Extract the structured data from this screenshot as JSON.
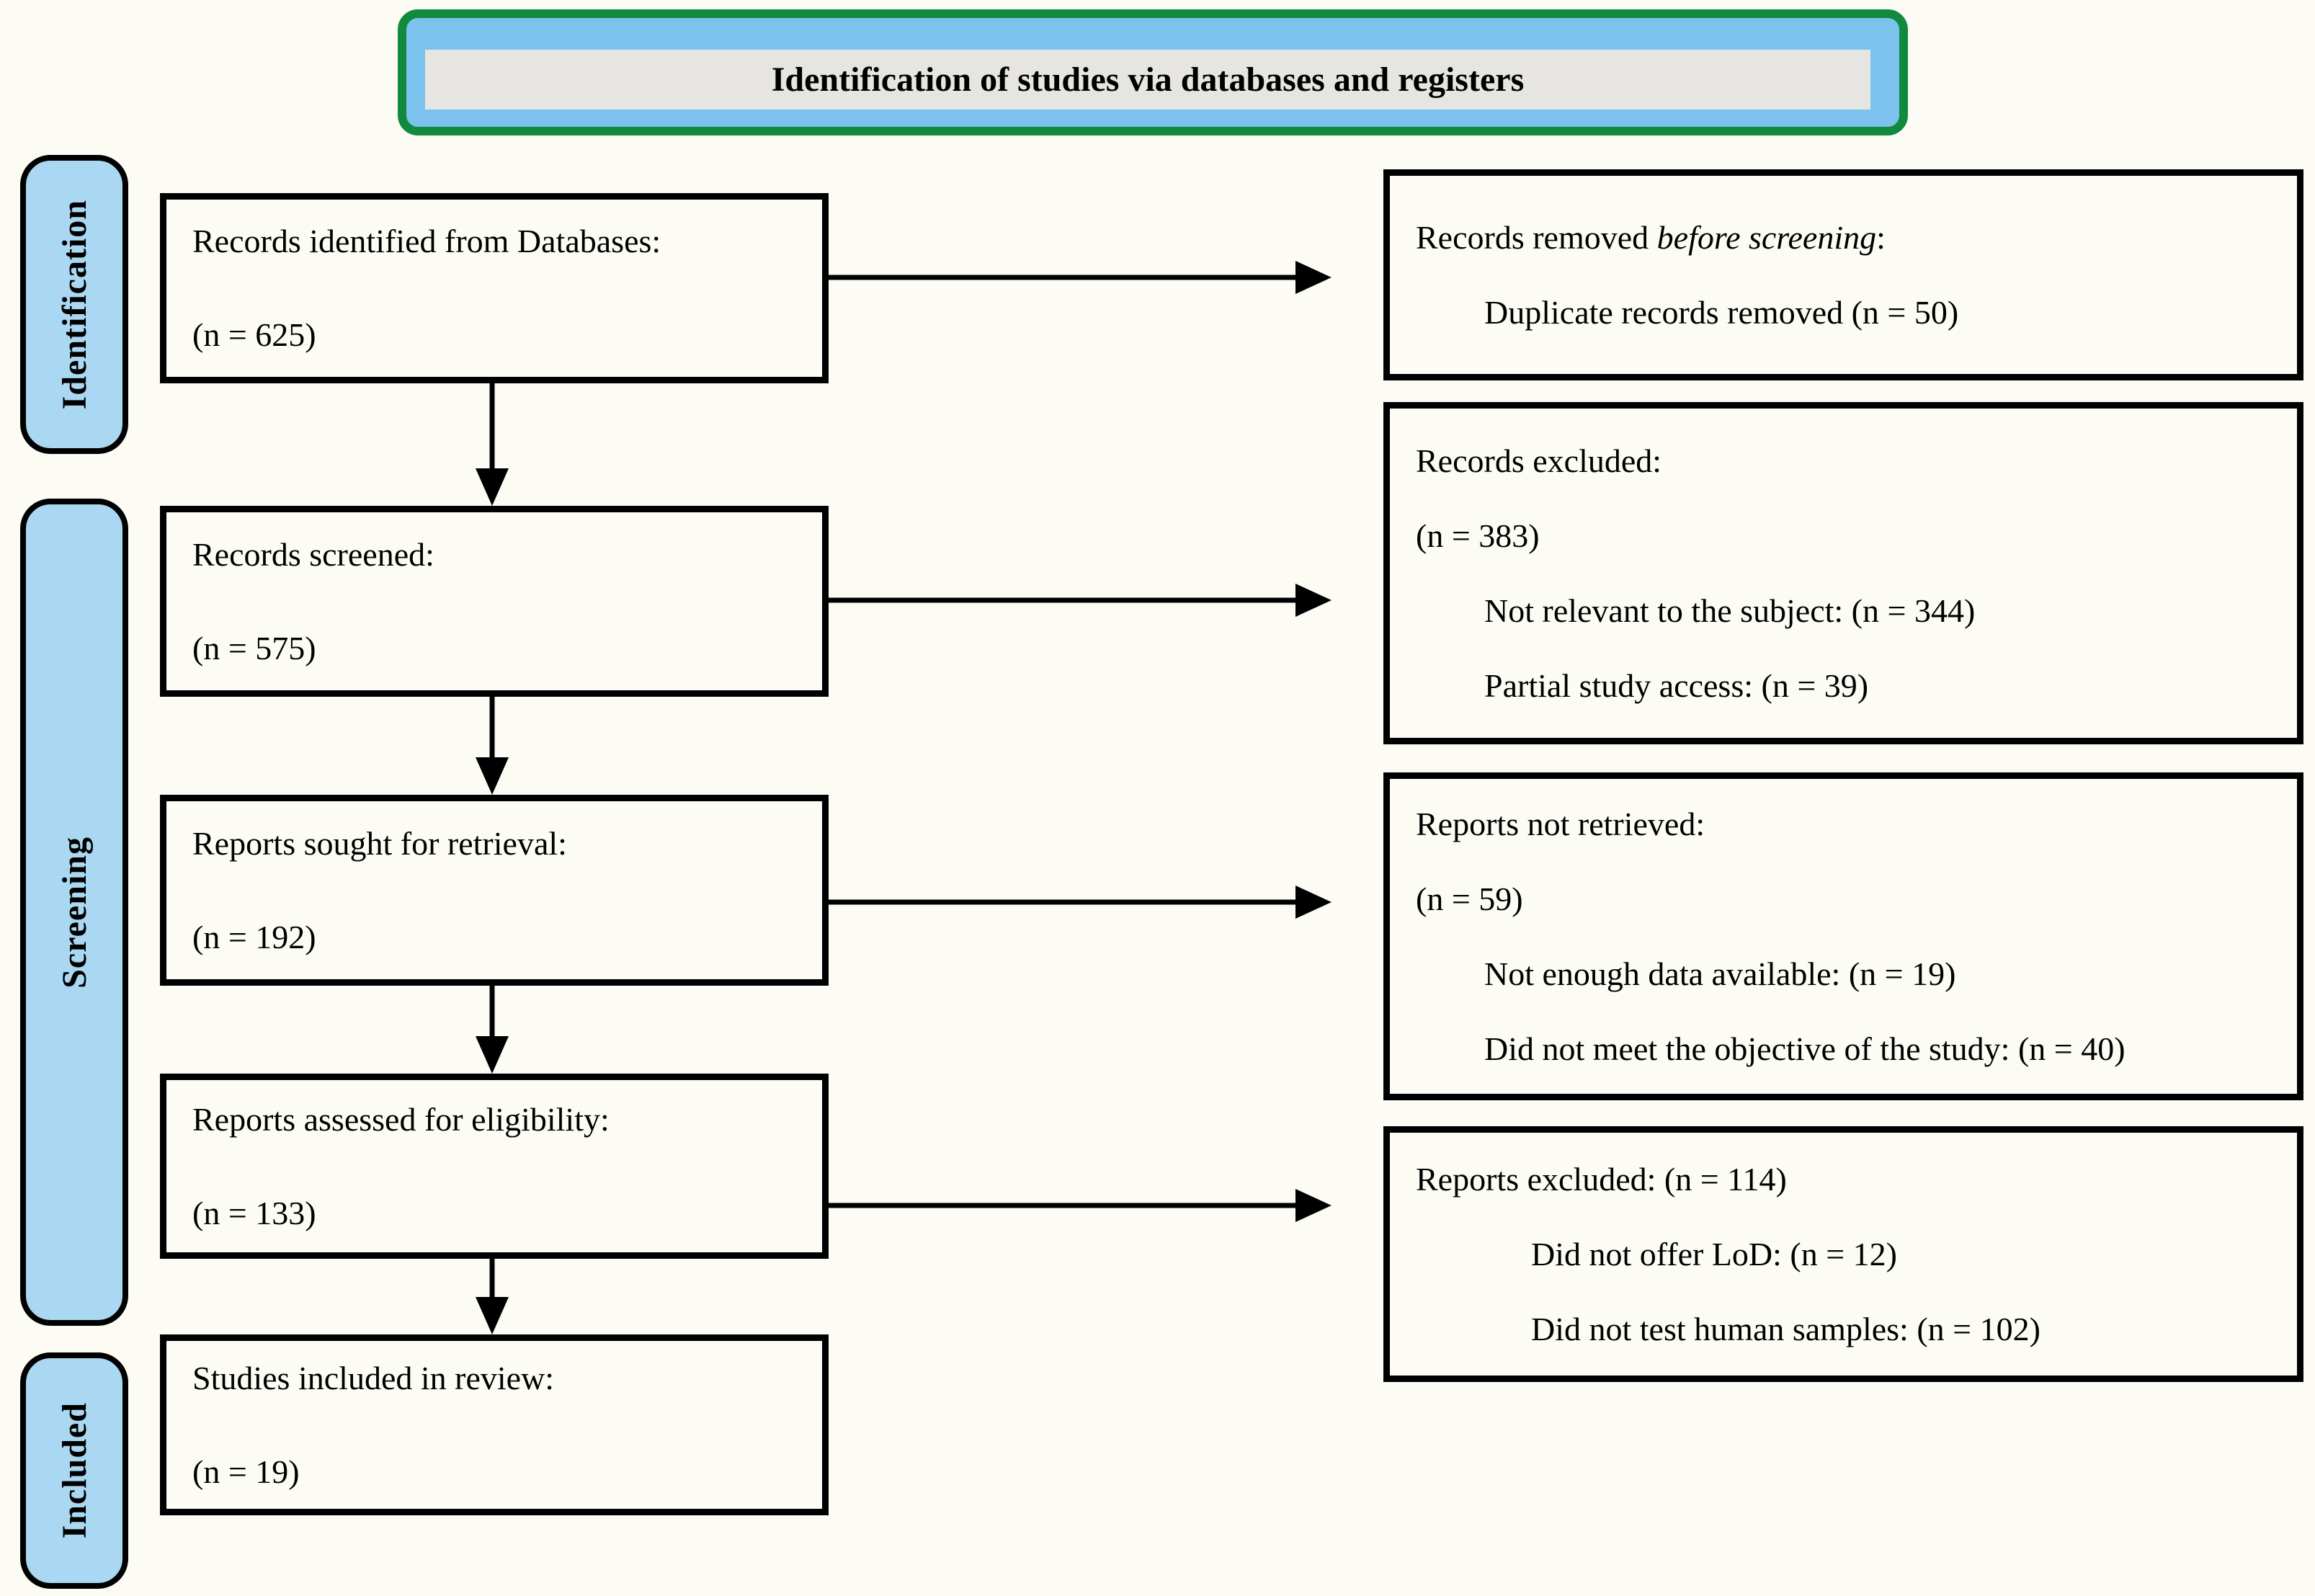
{
  "title": {
    "text": "Identification of studies via databases and registers"
  },
  "stages": [
    {
      "label": "Identification"
    },
    {
      "label": "Screening"
    },
    {
      "label": "Included"
    }
  ],
  "left_boxes": [
    {
      "line1": "Records identified from Databases:",
      "line2": "(n = 625)"
    },
    {
      "line1": "Records screened:",
      "line2": "(n = 575)"
    },
    {
      "line1": "Reports sought for retrieval:",
      "line2": "(n = 192)"
    },
    {
      "line1": "Reports assessed for eligibility:",
      "line2": "(n = 133)"
    },
    {
      "line1": "Studies included in review:",
      "line2": "(n = 19)"
    }
  ],
  "right_boxes": [
    {
      "heading_prefix": "Records removed ",
      "heading_italic": "before screening",
      "heading_suffix": ":",
      "lines": [
        "Duplicate records removed (n = 50)"
      ]
    },
    {
      "heading": "Records excluded:",
      "count": "(n = 383)",
      "lines": [
        "Not relevant to the subject: (n = 344)",
        "Partial study access: (n = 39)"
      ]
    },
    {
      "heading": "Reports not retrieved:",
      "count": "(n = 59)",
      "lines": [
        "Not enough data available: (n = 19)",
        "Did not meet the objective of the study: (n = 40)"
      ]
    },
    {
      "heading": "Reports excluded: (n = 114)",
      "lines": [
        "Did not offer LoD: (n = 12)",
        "Did not test human samples: (n = 102)"
      ]
    }
  ],
  "colors": {
    "background": "#fcfcf5",
    "title_border": "#118a3d",
    "title_fill": "#7bc2ec",
    "title_inner_fill": "#e6e5e1",
    "stage_fill": "#aad8f2",
    "box_border": "#000000",
    "arrow": "#000000",
    "text": "#000000"
  }
}
